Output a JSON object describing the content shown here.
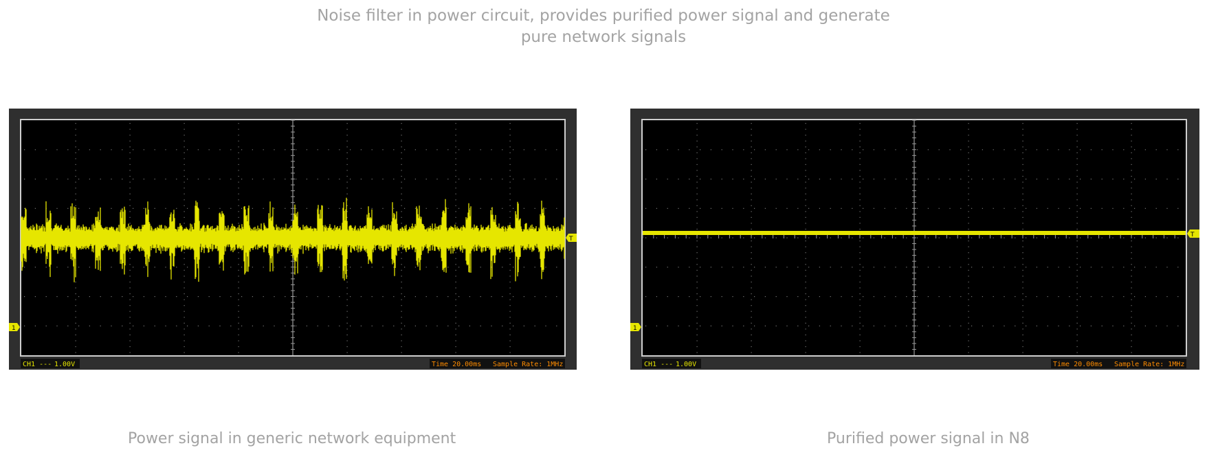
{
  "headline": {
    "line1": "Noise filter in power circuit, provides purified power signal and generate",
    "line2": "pure network signals"
  },
  "scopes": [
    {
      "id": "left",
      "caption": "Power signal in generic network equipment",
      "channel_label": "CH1 ---",
      "volts_label": "1.00V",
      "time_label": "Time 20.00ms",
      "sample_rate_label": "Sample Rate: 1MHz",
      "trace": "noisy"
    },
    {
      "id": "right",
      "caption": "Purified power signal in N8",
      "channel_label": "CH1 ---",
      "volts_label": "1.00V",
      "time_label": "Time 20.00ms",
      "sample_rate_label": "Sample Rate: 1MHz",
      "trace": "flat"
    }
  ],
  "colors": {
    "trace": "#e6e600",
    "screen": "#000000",
    "bezel": "#2f2f2f",
    "hud_orange": "#ff8c00",
    "hud_yellow": "#e6e600",
    "caption_text": "#a3a3a3"
  },
  "markers": {
    "channel": "1",
    "trigger": "T"
  }
}
